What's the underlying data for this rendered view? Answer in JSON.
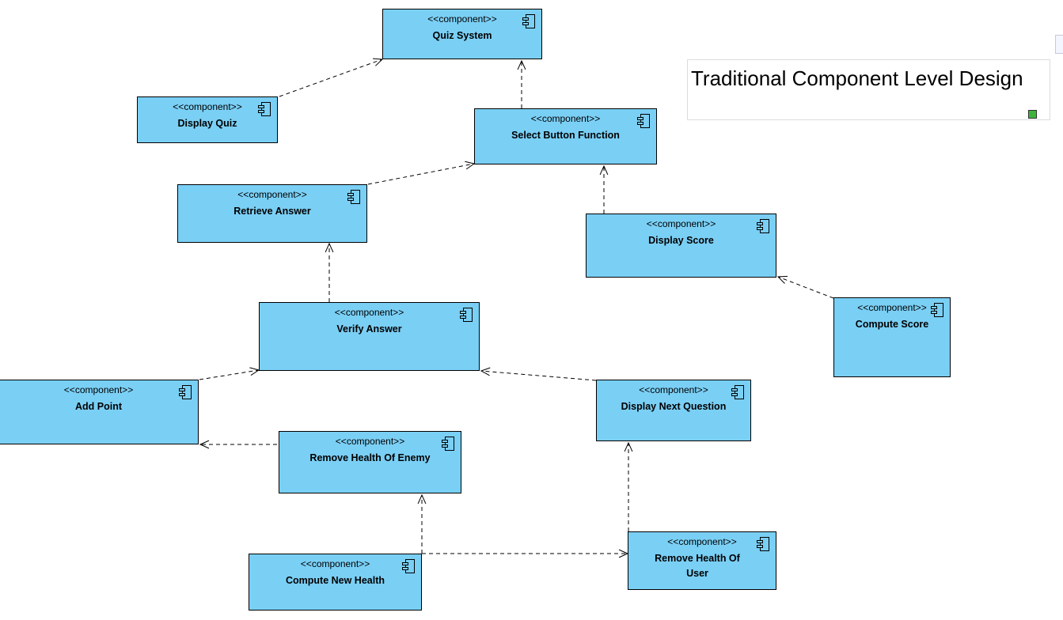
{
  "diagram": {
    "title": "Traditional Component Level Design",
    "stereotype": "<<component>>",
    "components": [
      {
        "id": "quiz-system",
        "name": "Quiz System"
      },
      {
        "id": "display-quiz",
        "name": "Display Quiz"
      },
      {
        "id": "select-button-function",
        "name": "Select Button Function"
      },
      {
        "id": "retrieve-answer",
        "name": "Retrieve Answer"
      },
      {
        "id": "display-score",
        "name": "Display Score"
      },
      {
        "id": "compute-score",
        "name": "Compute Score"
      },
      {
        "id": "verify-answer",
        "name": "Verify Answer"
      },
      {
        "id": "add-point",
        "name": "Add Point"
      },
      {
        "id": "display-next-question",
        "name": "Display Next Question"
      },
      {
        "id": "remove-health-of-enemy",
        "name": "Remove Health Of Enemy"
      },
      {
        "id": "compute-new-health",
        "name": "Compute New Health"
      },
      {
        "id": "remove-health-of-user",
        "name": "Remove Health Of User"
      }
    ],
    "dependencies": [
      {
        "from": "display-quiz",
        "to": "quiz-system"
      },
      {
        "from": "select-button-function",
        "to": "quiz-system"
      },
      {
        "from": "retrieve-answer",
        "to": "select-button-function"
      },
      {
        "from": "display-score",
        "to": "select-button-function"
      },
      {
        "from": "compute-score",
        "to": "display-score"
      },
      {
        "from": "verify-answer",
        "to": "retrieve-answer"
      },
      {
        "from": "add-point",
        "to": "verify-answer"
      },
      {
        "from": "display-next-question",
        "to": "verify-answer"
      },
      {
        "from": "remove-health-of-enemy",
        "to": "add-point"
      },
      {
        "from": "compute-new-health",
        "to": "remove-health-of-enemy"
      },
      {
        "from": "remove-health-of-user",
        "to": "display-next-question"
      },
      {
        "from": "compute-new-health",
        "to": "remove-health-of-user"
      }
    ]
  }
}
